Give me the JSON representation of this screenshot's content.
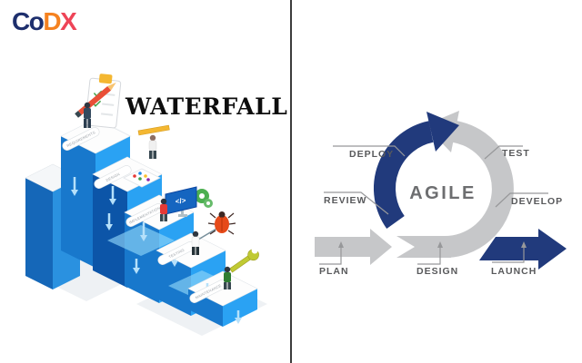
{
  "logo": {
    "co": "Co",
    "d": "D",
    "x": "X"
  },
  "left_panel": {
    "title": "WATERFALL",
    "step_labels": [
      "REQUIREMENTS",
      "DESIGN",
      "IMPLEMENTATION",
      "TESTING",
      "MAINTENANCE"
    ],
    "monitor_code": "</>"
  },
  "right_panel": {
    "center_label": "AGILE",
    "labels": {
      "deploy": "DEPLOY",
      "test": "TEST",
      "review": "REVIEW",
      "develop": "DEVELOP",
      "plan": "PLAN",
      "design": "DESIGN",
      "launch": "LAUNCH"
    },
    "colors": {
      "navy": "#213a7c",
      "gray": "#c6c7c9",
      "label_gray": "#58595b"
    }
  },
  "brand_colors": {
    "navy": "#1e2f6d",
    "orange": "#f58220",
    "pink": "#ee4457"
  }
}
